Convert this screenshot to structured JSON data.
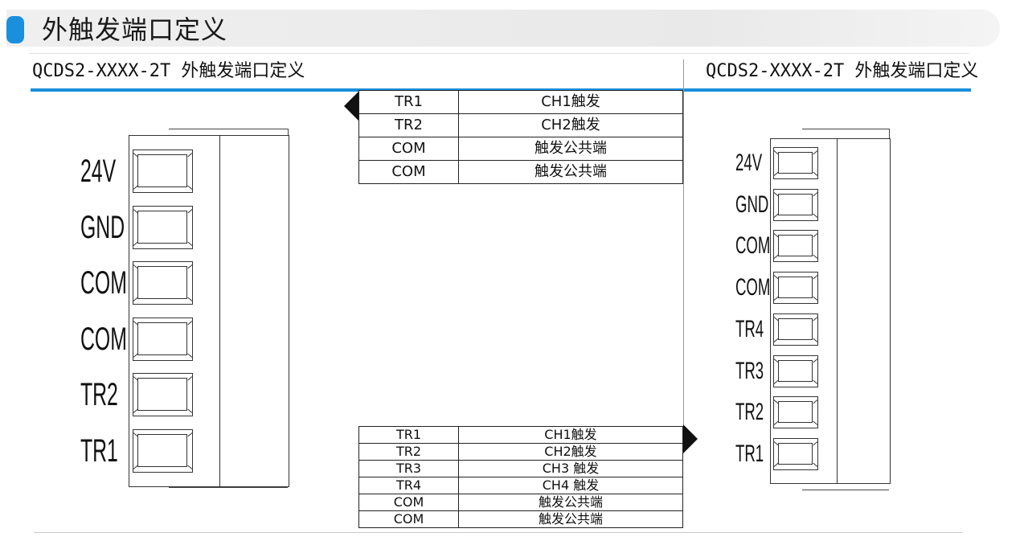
{
  "page": {
    "heading": "外触发端口定义",
    "accent_color": "#1a8fdc"
  },
  "left_section": {
    "title": "QCDS2-XXXX-2T 外触发端口定义",
    "pins": [
      "24V",
      "GND",
      "COM",
      "COM",
      "TR2",
      "TR1"
    ]
  },
  "right_section": {
    "title": "QCDS2-XXXX-2T 外触发端口定义",
    "pins": [
      "24V",
      "GND",
      "COM",
      "COM",
      "TR4",
      "TR3",
      "TR2",
      "TR1"
    ]
  },
  "table_top": {
    "rows": [
      {
        "pin": "TR1",
        "desc": "CH1触发"
      },
      {
        "pin": "TR2",
        "desc": "CH2触发"
      },
      {
        "pin": "COM",
        "desc": "触发公共端"
      },
      {
        "pin": "COM",
        "desc": "触发公共端"
      }
    ]
  },
  "table_bottom": {
    "rows": [
      {
        "pin": "TR1",
        "desc": "CH1触发"
      },
      {
        "pin": "TR2",
        "desc": "CH2触发"
      },
      {
        "pin": "TR3",
        "desc": "CH3 触发"
      },
      {
        "pin": "TR4",
        "desc": "CH4 触发"
      },
      {
        "pin": "COM",
        "desc": "触发公共端"
      },
      {
        "pin": "COM",
        "desc": "触发公共端"
      }
    ]
  }
}
